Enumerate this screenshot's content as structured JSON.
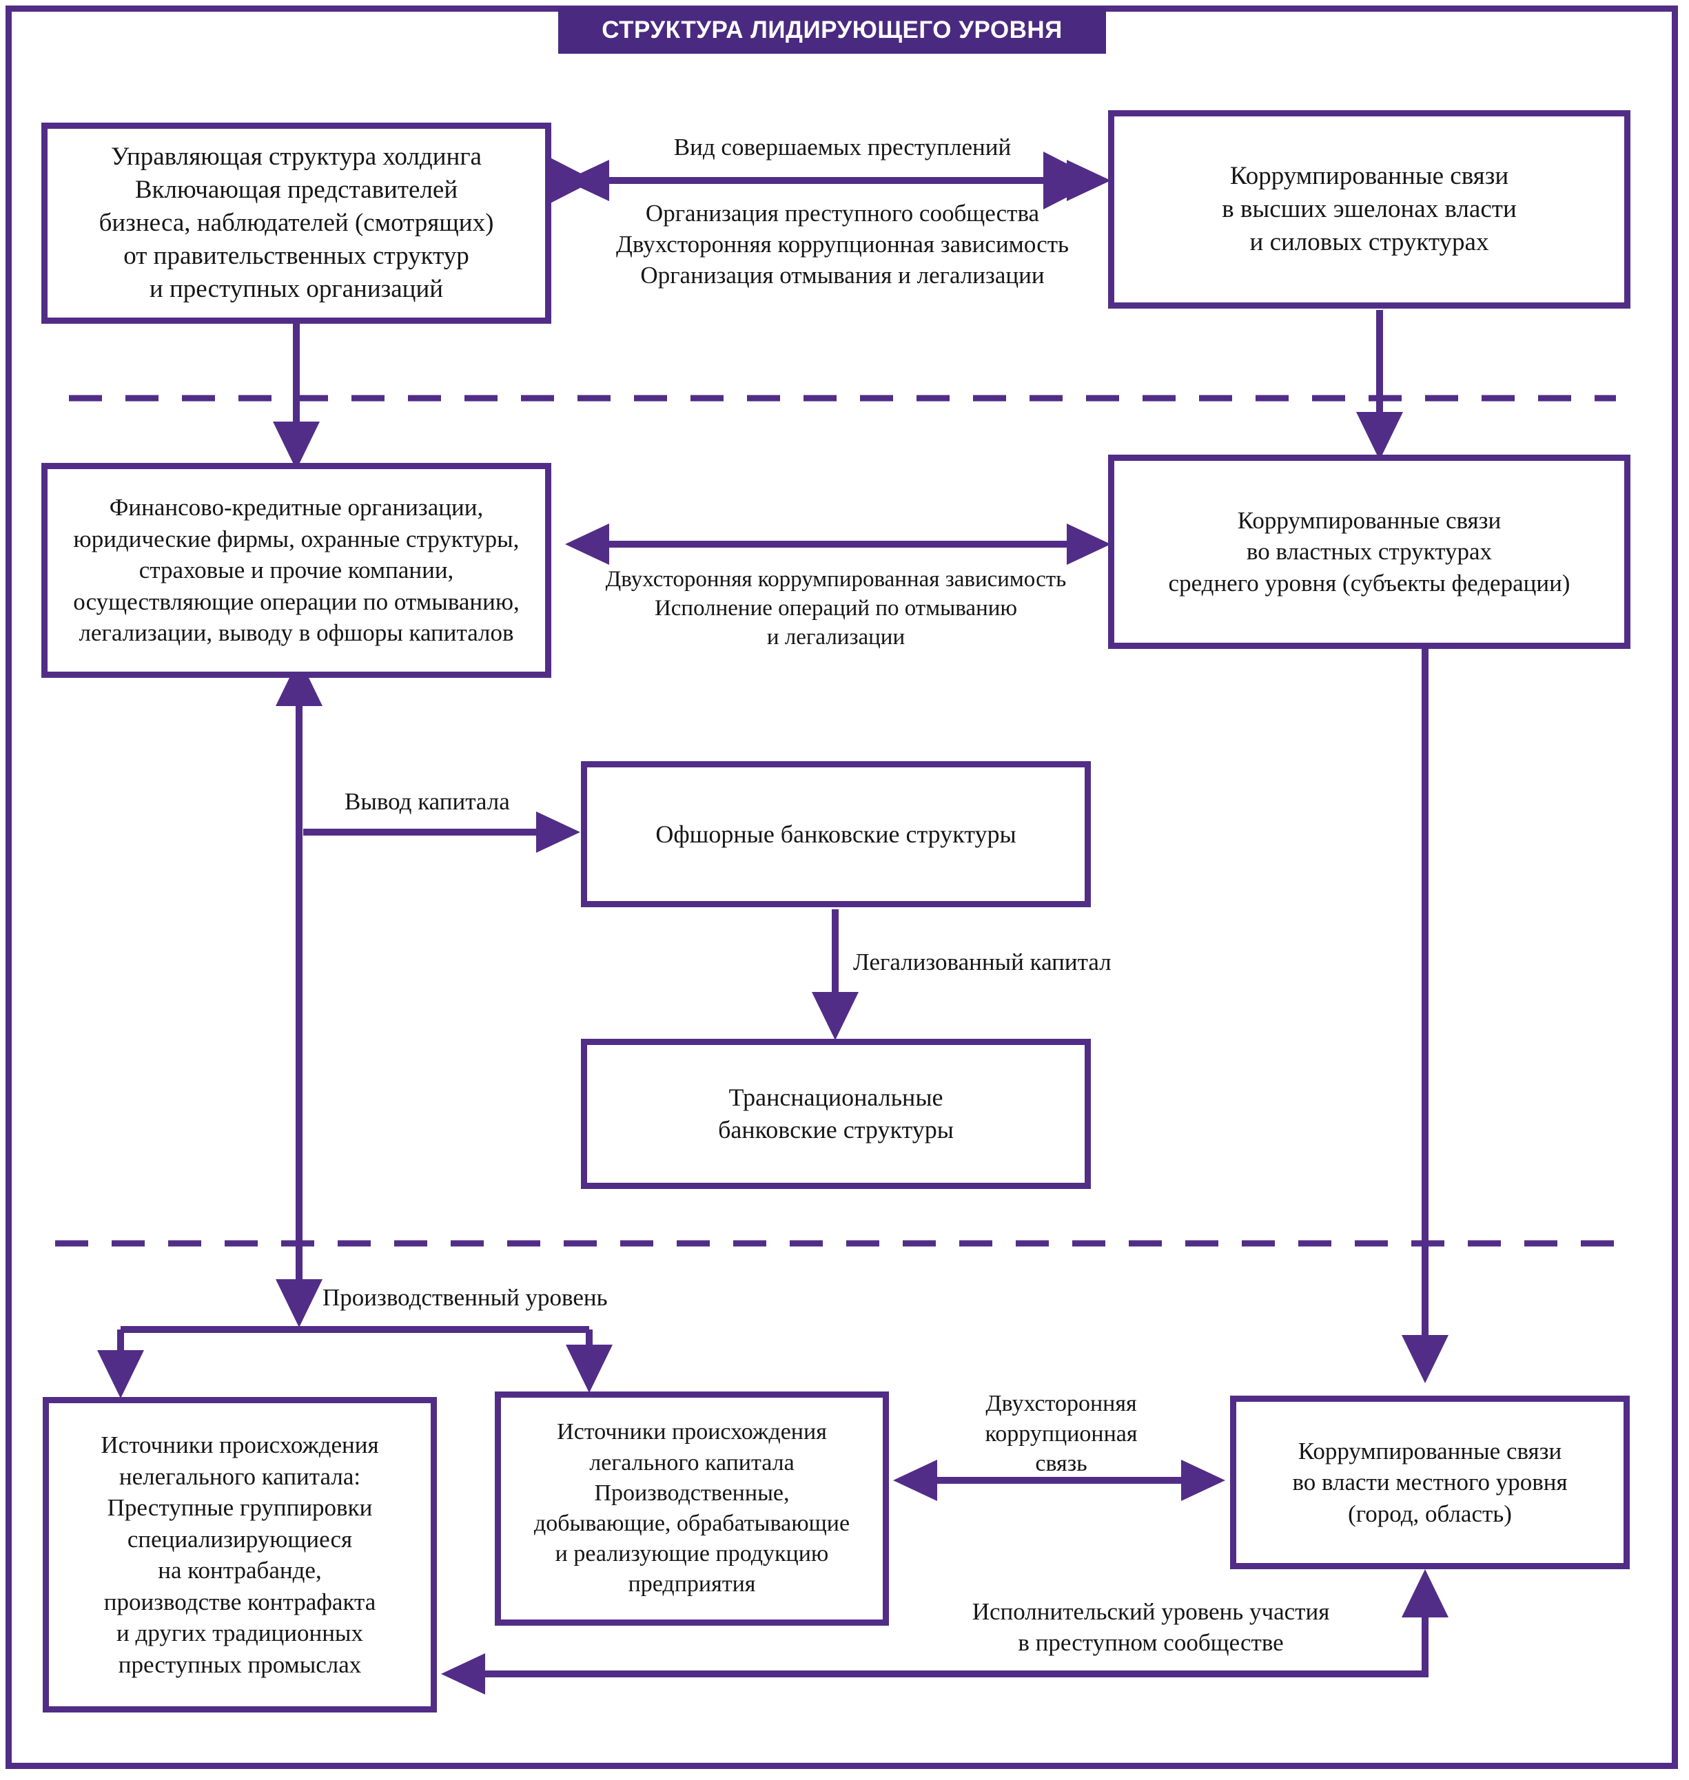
{
  "title": "СТРУКТУРА ЛИДИРУЮЩЕГО УРОВНЯ",
  "colors": {
    "accent": "#512d87",
    "banner": "#4a2a80",
    "text": "#161616",
    "background": "#ffffff"
  },
  "nodes": {
    "holding_management": "Управляющая структура  холдинга\nВключающая представителей\nбизнеса, наблюдателей (смотрящих)\nот правительственных структур\nи  преступных  организаций",
    "corrupt_top_power": "Коррумпированные связи\nв высших эшелонах  власти\nи  силовых  структурах",
    "financial_orgs": "Финансово-кредитные  организации,\nюридические  фирмы, охранные  структуры,\nстраховые и прочие  компании,\nосуществляющие операции по  отмыванию,\nлегализации, выводу  в  офшоры  капиталов",
    "corrupt_mid_power": "Коррумпированные  связи\nво властных  структурах\nсреднего  уровня (субъекты  федерации)",
    "offshore_banks": "Офшорные банковские структуры",
    "transnational_banks": "Транснациональные\nбанковские структуры",
    "illegal_capital_sources": "Источники происхождения\nнелегального  капитала:\nПреступные  группировки\nспециализирующиеся\nна  контрабанде,\nпроизводстве контрафакта\nи других  традиционных\nпреступных  промыслах",
    "legal_capital_sources": "Источники происхождения\nлегального  капитала\nПроизводственные,\nдобывающие, обрабатывающие\nи реализующие продукцию\nпредприятия",
    "corrupt_local_power": "Коррумпированные  связи\nво власти  местного  уровня\n(город, область)"
  },
  "edge_labels": {
    "crime_type": "Вид совершаемых  преступлений",
    "crime_list": "Организация  преступного сообщества\nДвухсторонняя  коррупционная  зависимость\nОрганизация  отмывания  и  легализации",
    "mutual_corruption_laundering": "Двухсторонняя коррумпированная зависимость\nИсполнение операций по отмыванию\nи легализации",
    "capital_withdrawal": "Вывод капитала",
    "legalized_capital": "Легализованный капитал",
    "production_level": "Производственный уровень",
    "mutual_corruption_link": "Двухсторонняя\nкоррупционная\nсвязь",
    "executive_level": "Исполнительский уровень участия\nв преступном сообществе"
  }
}
